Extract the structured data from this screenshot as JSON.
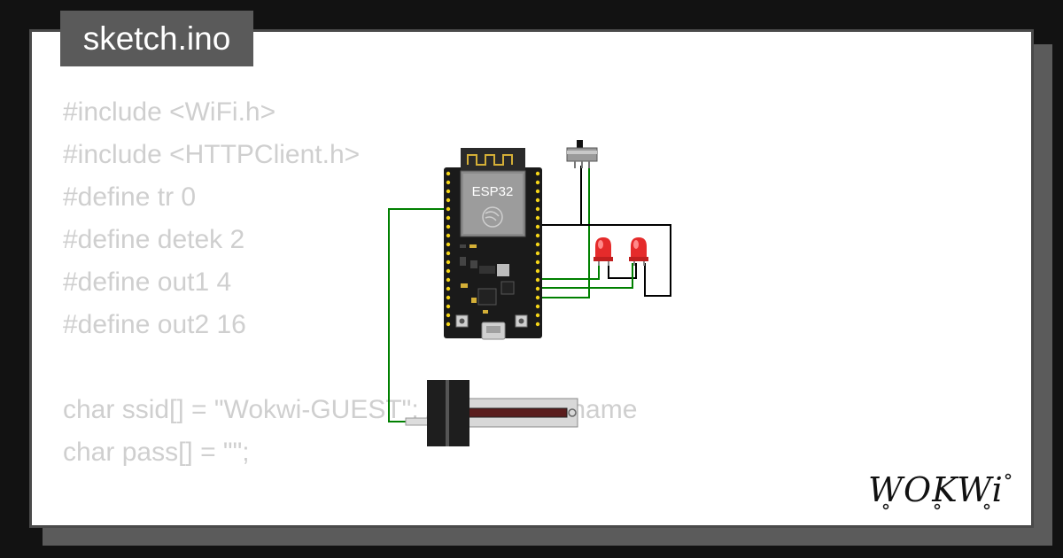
{
  "file_tab": {
    "filename": "sketch.ino"
  },
  "code_lines": [
    "#include <WiFi.h>",
    "#include <HTTPClient.h>",
    "#define tr 0",
    "#define detek 2",
    "#define out1 4",
    "#define out2 16",
    "",
    "char ssid[] = \"Wokwi-GUEST\"; // your WIFI name",
    "char pass[] = \"\";",
    "",
    "                                                                                        \""
  ],
  "board": {
    "label": "ESP32"
  },
  "brand": {
    "logo_text": "WOKWi"
  },
  "colors": {
    "background": "#121212",
    "card": "#ffffff",
    "code_text": "#cfcfcf",
    "tab": "#5a5a5a",
    "wire_green": "#008000",
    "wire_black": "#000000",
    "led_red": "#e52b2b",
    "board": "#1a1a1a",
    "pin_yellow": "#f5d518"
  },
  "icons": [
    "espressif-logo-icon",
    "wokwi-logo-icon"
  ]
}
